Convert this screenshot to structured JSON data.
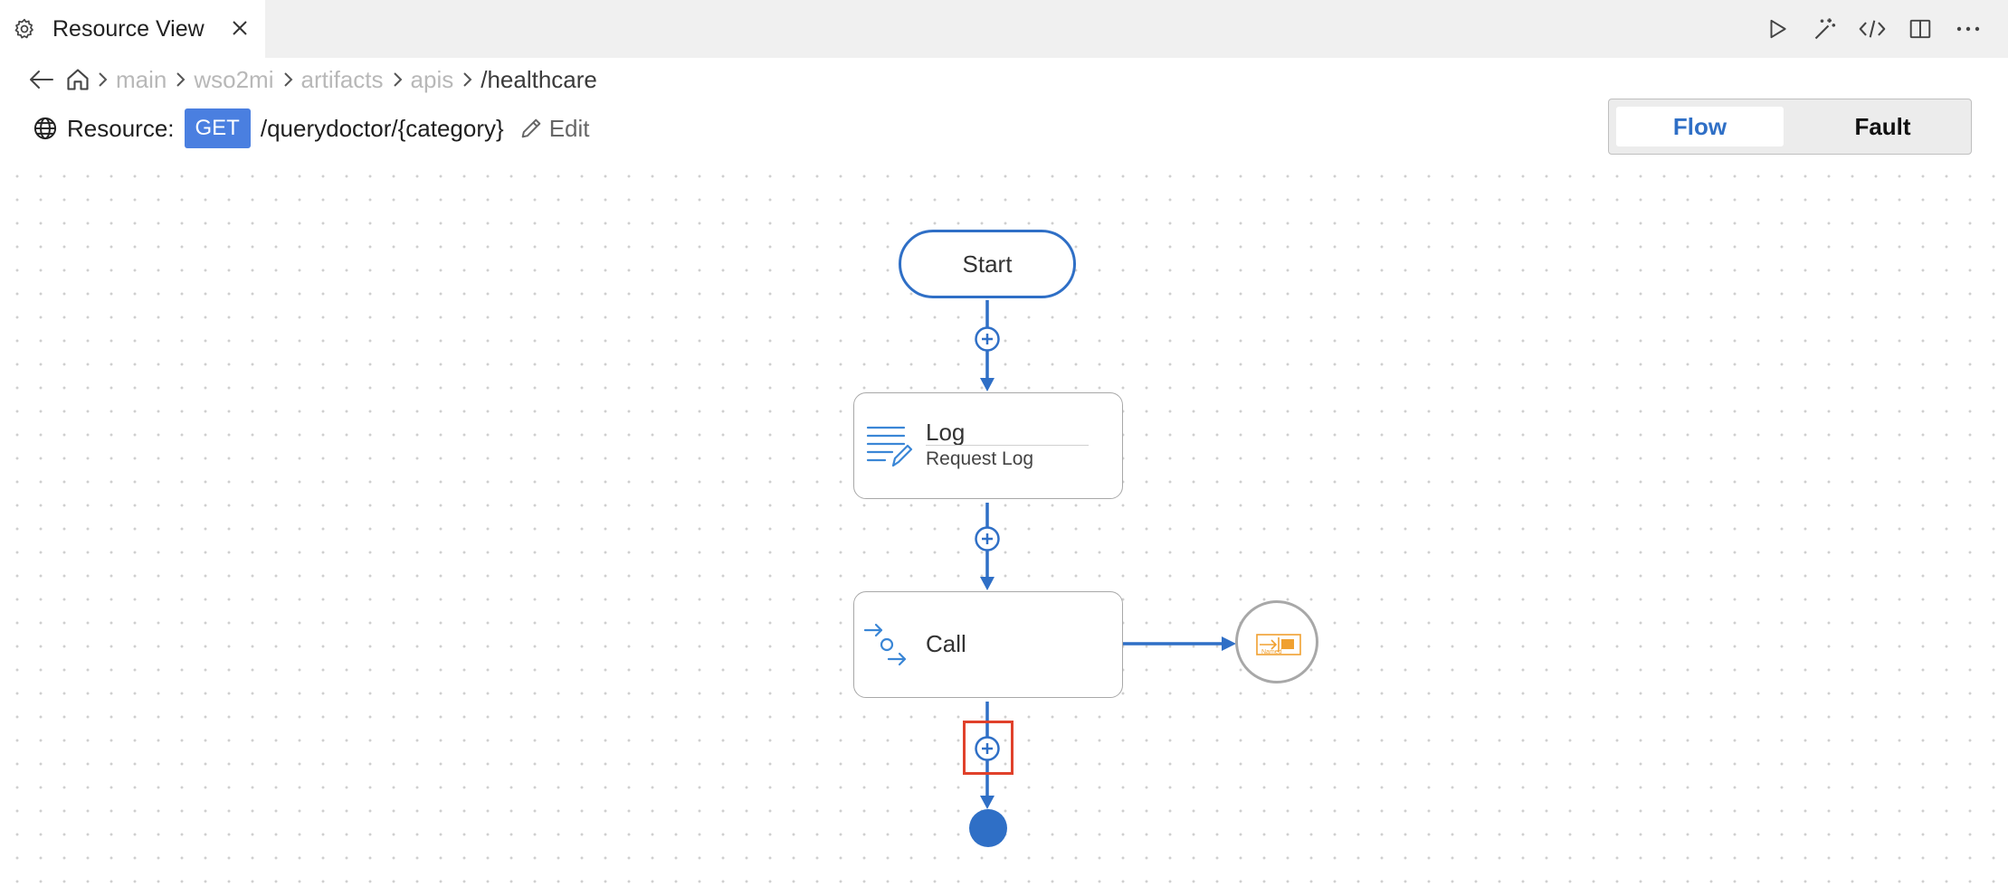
{
  "tab": {
    "title": "Resource View"
  },
  "toolbar": {
    "icons": [
      "run-icon",
      "magic-wand-icon",
      "code-icon",
      "split-editor-icon",
      "more-actions-icon"
    ]
  },
  "breadcrumb": {
    "items": [
      "main",
      "wso2mi",
      "artifacts",
      "apis",
      "/healthcare"
    ]
  },
  "resource": {
    "label": "Resource:",
    "method": "GET",
    "path": "/querydoctor/{category}",
    "edit_label": "Edit"
  },
  "view_toggle": {
    "options": [
      "Flow",
      "Fault"
    ],
    "selected": "Flow"
  },
  "diagram": {
    "start": "Start",
    "log": {
      "title": "Log",
      "description": "Request Log"
    },
    "call": {
      "title": "Call"
    },
    "endpoint_label": "Named"
  },
  "colors": {
    "accent": "#2f6fc6",
    "badge": "#4a7fe0",
    "highlight": "#e0412b",
    "endpoint": "#f0a030"
  }
}
